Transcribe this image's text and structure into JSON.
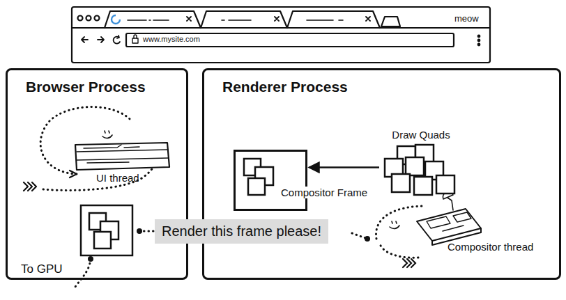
{
  "diagram": {
    "nodes": [
      {
        "text": [
          "Browser Process"
        ]
      },
      {
        "text": [
          "Renderer Process"
        ]
      },
      {
        "text": [
          "Render this frame please!"
        ]
      },
      {
        "text": [
          "Draw Quads"
        ],
        "in": 1
      },
      {
        "text": [
          "Compositor Frame"
        ],
        "in": 1
      }
    ],
    "edges": [
      {
        "from": 3,
        "to": 4,
        "arrow": "to"
      }
    ],
    "labels": [
      "meow",
      "www.mysite.com",
      "UI thread",
      "To GPU",
      "Compositor thread"
    ]
  }
}
